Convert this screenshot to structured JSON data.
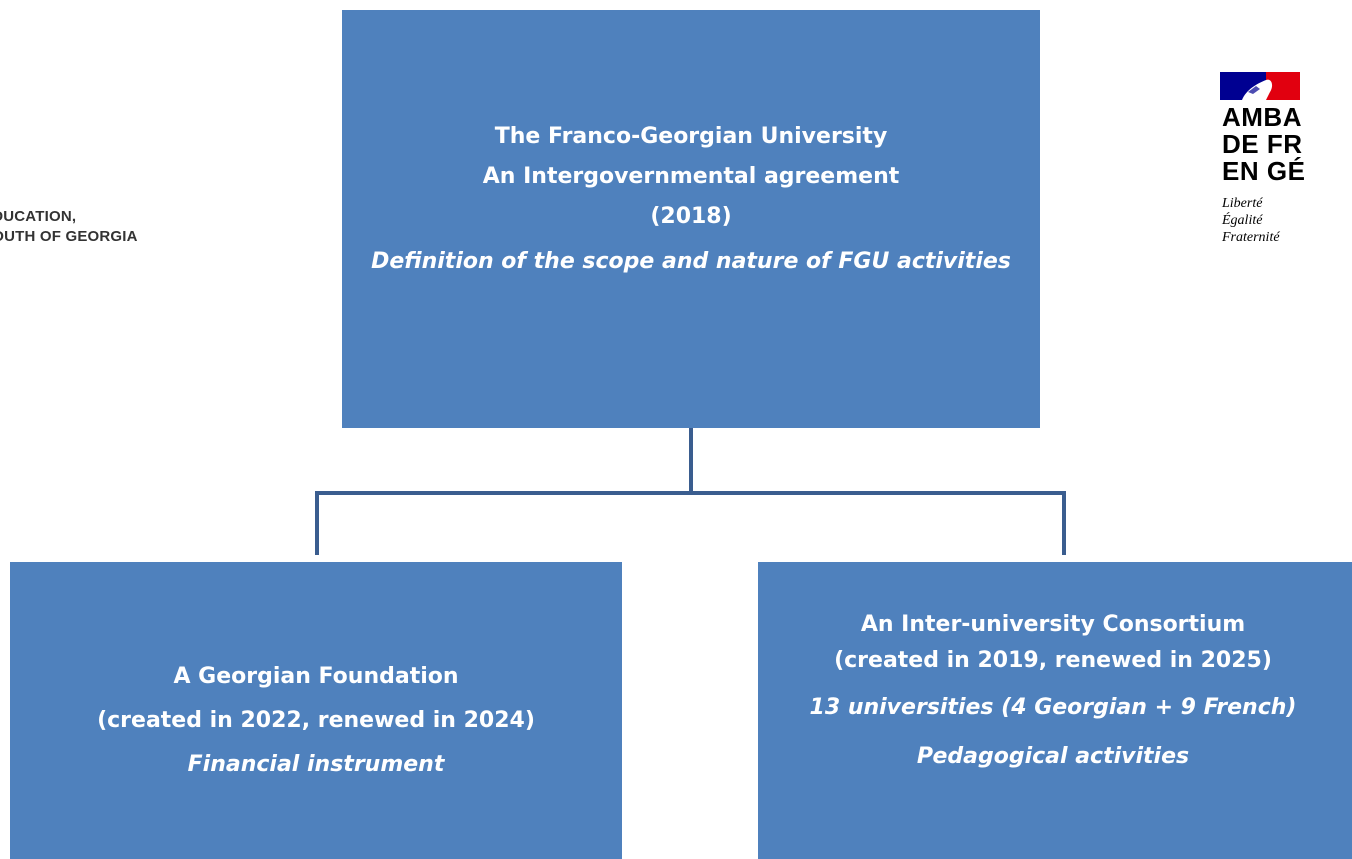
{
  "left_logo": {
    "line1": "EDUCATION,",
    "line2": "YOUTH OF GEORGIA"
  },
  "right_logo": {
    "name_lines": [
      "AMBA",
      "DE FR",
      "EN GÉ"
    ],
    "motto": [
      "Liberté",
      "Égalité",
      "Fraternité"
    ],
    "colors": {
      "blue": "#000091",
      "red": "#e1000f"
    }
  },
  "top_box": {
    "line1": "The Franco-Georgian University",
    "line2": "An Intergovernmental agreement",
    "line3": "(2018)",
    "line4": "Definition of the scope and nature of FGU activities"
  },
  "left_box": {
    "line1": "A Georgian Foundation",
    "line2": "(created in 2022, renewed in 2024)",
    "line3": "Financial instrument"
  },
  "right_box": {
    "line1": "An Inter-university Consortium",
    "line2": "(created in 2019, renewed in 2025)",
    "line3": "13 universities (4 Georgian + 9 French)",
    "line4": "Pedagogical activities"
  },
  "colors": {
    "box_fill": "#4f81bd",
    "connector": "#3a5d8f",
    "text": "#ffffff"
  }
}
